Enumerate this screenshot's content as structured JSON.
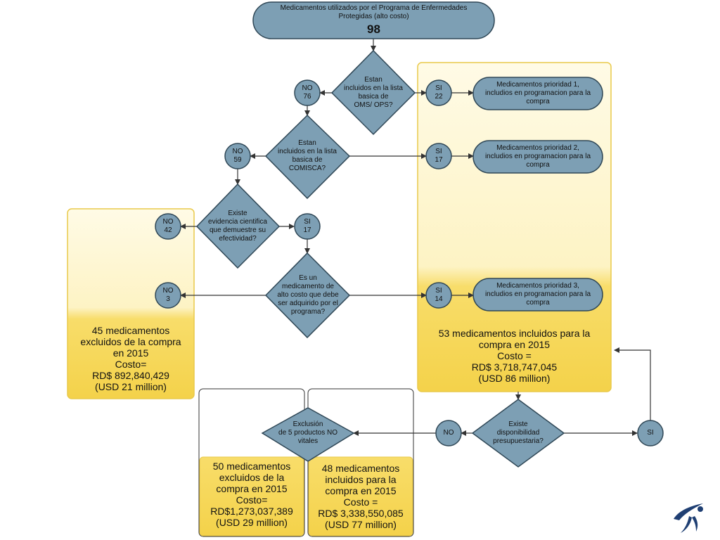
{
  "title": {
    "line1": "Medicamentos utilizados por el Programa de Enfermedades",
    "line2": "Protegidas (alto costo)",
    "total": "98"
  },
  "decisions": {
    "oms": "Estan\nincluidos en la lista\nbasica de\nOMS/ OPS?",
    "comisca": "Estan\nincluidos en la lista\nbasica de\nCOMISCA?",
    "evidencia": "Existe\nevidencia cientifica\nque demuestre su\nefectividad?",
    "alto_costo": "Es un\nmedicamento de\nalto costo que debe\nser adquirido por el\nprograma?",
    "disponibilidad": "Existe\ndisponibilidad\npresupuestaria?",
    "exclusion": "Exclusión\nde 5 productos NO\nvitales"
  },
  "answers": {
    "no_76": "NO\n76",
    "si_22": "SI\n22",
    "no_59": "NO\n59",
    "si_17_comisca": "SI\n17",
    "no_42": "NO\n42",
    "si_17_evidencia": "SI\n17",
    "no_3": "NO\n3",
    "si_14": "SI\n14",
    "no_budget": "NO",
    "si_budget": "SI"
  },
  "priorities": {
    "p1": "Medicamentos prioridad 1,\nincludios en programacion para la\ncompra",
    "p2": "Medicamentos prioridad 2,\nincludios en programacion para la\ncompra",
    "p3": "Medicamentos prioridad 3,\nincludios en programacion para la\ncompra"
  },
  "panels": {
    "excluded_45": "45 medicamentos\nexcluidos de la compra\nen 2015\nCosto=\nRD$ 892,840,429\n(USD 21 million)",
    "included_53": "53 medicamentos incluidos para la\ncompra en 2015\nCosto =\nRD$ 3,718,747,045\n(USD 86 million)",
    "excluded_50": "50 medicamentos\nexcluidos de la\ncompra en 2015\nCosto=\nRD$1,273,037,389\n(USD 29 million)",
    "included_48": "48 medicamentos\nincluidos para la\ncompra en 2015\nCosto =\nRD$ 3,338,550,085\n(USD 77 million)"
  },
  "colors": {
    "node_fill": "#7d9fb4",
    "node_stroke": "#2f4756",
    "panel_top": "#fdf6d2",
    "panel_bottom": "#f6d552",
    "panel_stroke": "#e9c94a",
    "line": "#333333",
    "logo": "#1f3f73"
  }
}
